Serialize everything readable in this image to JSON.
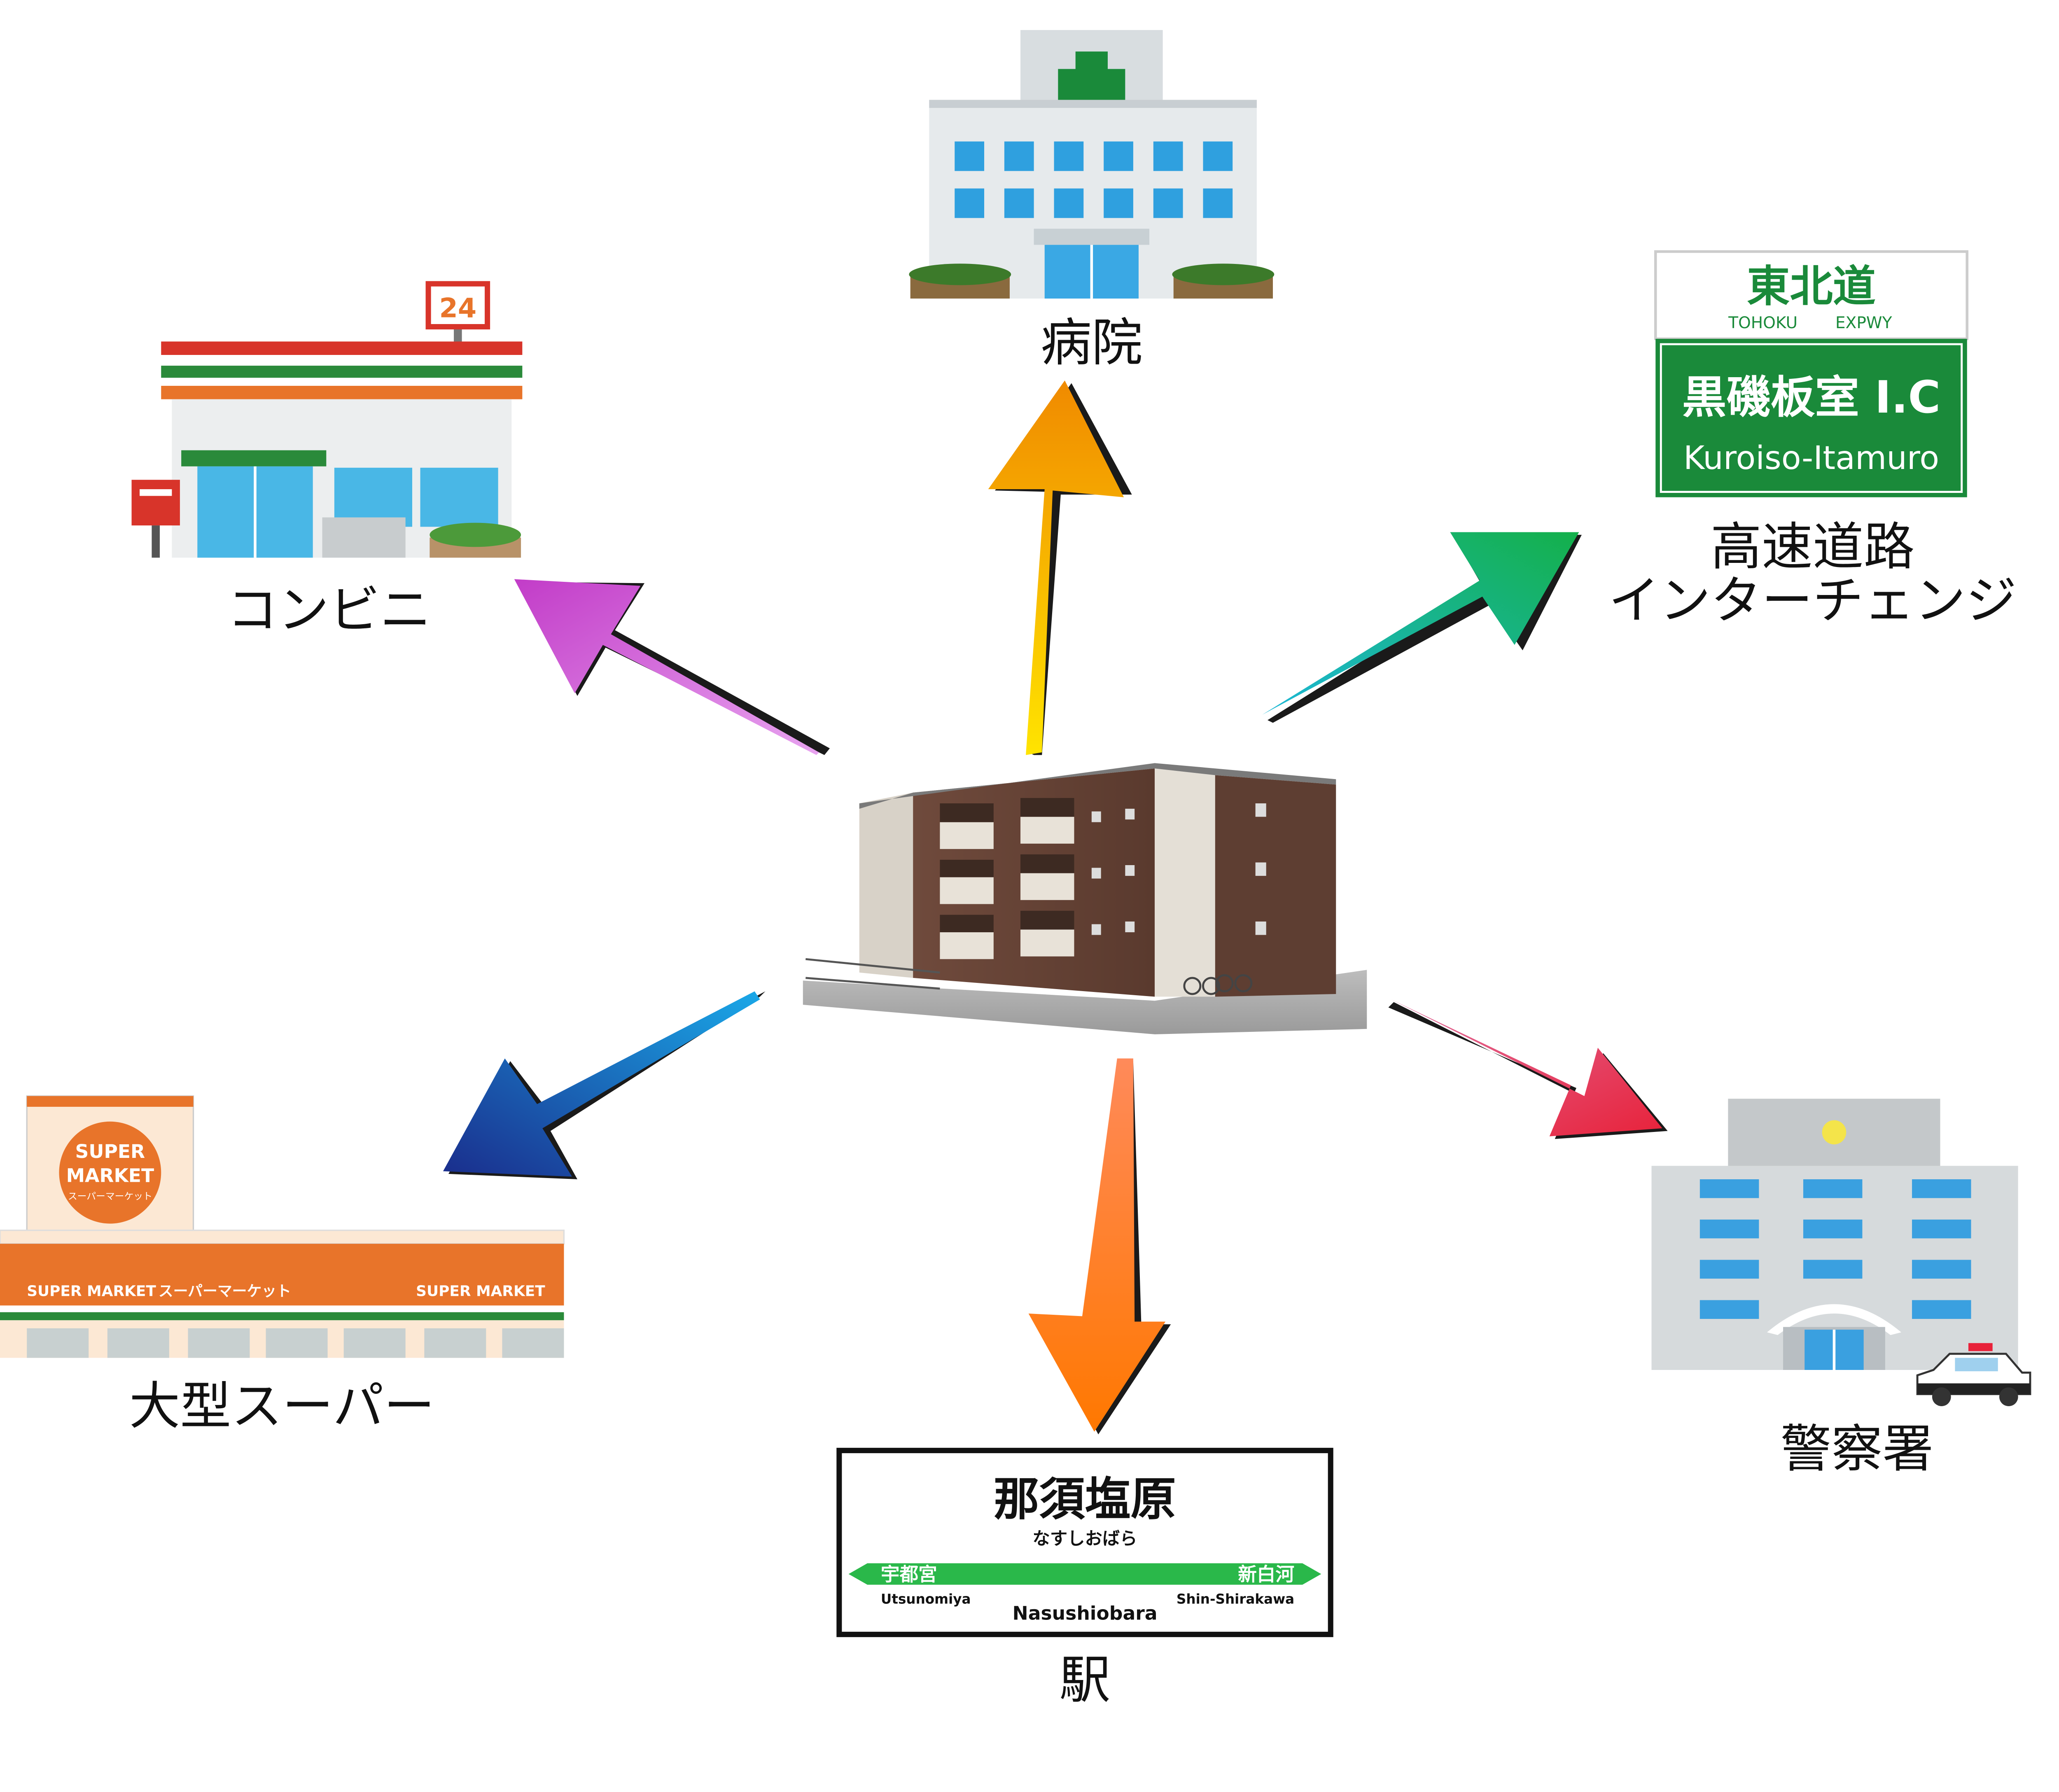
{
  "labels": {
    "hospital": "病院",
    "convenience": "コンビニ",
    "highway_line1": "高速道路",
    "highway_line2": "インターチェンジ",
    "supermarket": "大型スーパー",
    "station": "駅",
    "police": "警察署"
  },
  "highway_sign": {
    "route_kanji": "東北道",
    "route_roman_1": "TOHOKU",
    "route_roman_2": "EXPWY",
    "ic_kanji": "黒磯板室 I.C",
    "ic_roman": "Kuroiso-Itamuro"
  },
  "station_sign": {
    "name_kanji": "那須塩原",
    "name_kana": "なすしおばら",
    "left_kanji": "宇都宮",
    "left_roman": "Utsunomiya",
    "right_kanji": "新白河",
    "right_roman": "Shin-Shirakawa",
    "name_roman": "Nasushiobara"
  },
  "convenience_store": {
    "sign_number": "24"
  },
  "supermarket_building": {
    "badge_line1": "SUPER",
    "badge_line2": "MARKET",
    "badge_kana": "スーパーマーケット",
    "band_left": "SUPER MARKET",
    "band_center": "スーパーマーケット",
    "band_right": "SUPER MARKET"
  },
  "colors": {
    "arrow_hospital": [
      "#ffe400",
      "#f08a00"
    ],
    "arrow_convenience": [
      "#e8a4f0",
      "#c23cc8"
    ],
    "arrow_highway": [
      "#1cb8d8",
      "#14b04a"
    ],
    "arrow_supermarket": [
      "#1aa8e8",
      "#1a2d8c"
    ],
    "arrow_station": [
      "#ff8a5a",
      "#ff7800"
    ],
    "arrow_police": [
      "#e070a0",
      "#e8223a"
    ],
    "highway_green": "#1a8a3a",
    "station_green": "#2ab84a",
    "store_orange": "#e8742a",
    "hospital_cross": "#1a8a3a"
  }
}
